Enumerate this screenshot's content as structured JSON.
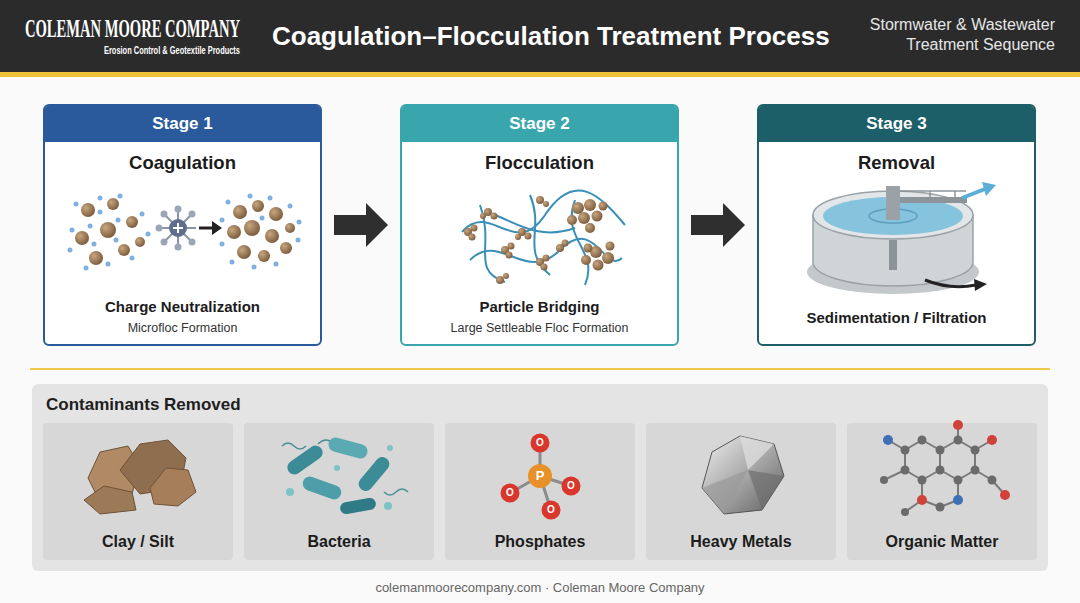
{
  "diagram": {
    "title": "Coagulation–Flocculation Treatment Process",
    "nodes": [
      {
        "text": [
          "Stage 1",
          "Coagulation",
          "Charge Neutralization",
          "Microfloc Formation"
        ]
      },
      {
        "text": [
          "Stage 2",
          "Flocculation",
          "Particle Bridging",
          "Large Settleable Floc Formation"
        ]
      },
      {
        "text": [
          "Stage 3",
          "Removal",
          "Sedimentation / Filtration"
        ]
      },
      {
        "text": [
          "Contaminants Removed"
        ]
      },
      {
        "text": [
          "Clay / Silt"
        ],
        "in": 3
      },
      {
        "text": [
          "Bacteria"
        ],
        "in": 3
      },
      {
        "text": [
          "Phosphates"
        ],
        "in": 3
      },
      {
        "text": [
          "Heavy Metals"
        ],
        "in": 3
      },
      {
        "text": [
          "Organic Matter"
        ],
        "in": 3
      }
    ],
    "edges": [
      {
        "from": 0,
        "to": 1,
        "arrow": "to"
      },
      {
        "from": 1,
        "to": 2,
        "arrow": "to"
      }
    ],
    "labels": [
      "COLEMAN MOORE COMPANY",
      "Erosion Control & Geotextile Products",
      "Stormwater & Wastewater Treatment Sequence",
      "O",
      "O",
      "P",
      "O",
      "O",
      "colemanmoorecompany.com · Coleman Moore Company"
    ]
  }
}
